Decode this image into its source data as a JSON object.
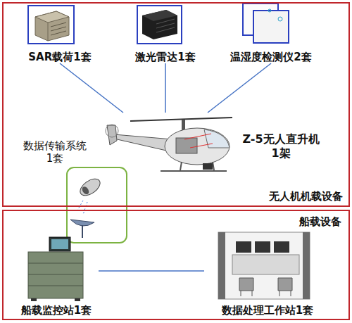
{
  "diagram": {
    "nodes": [
      {
        "text": [
          "无人机机载设备"
        ]
      },
      {
        "text": [
          "SAR载荷1套"
        ],
        "in": 0
      },
      {
        "text": [
          "激光雷达1套"
        ],
        "in": 0
      },
      {
        "text": [
          "温湿度检测仪2套"
        ],
        "in": 0
      },
      {
        "text": [
          "Z-5无人直升机 1架"
        ],
        "in": 0
      },
      {
        "text": [
          "数据传输系统 1套"
        ]
      },
      {
        "text": [
          "船载设备"
        ]
      },
      {
        "text": [
          "船载监控站1套"
        ],
        "in": 6
      },
      {
        "text": [
          "数据处理工作站1套"
        ],
        "in": 6
      }
    ],
    "edges": [
      {
        "from": 1,
        "to": 4,
        "arrow": "none"
      },
      {
        "from": 2,
        "to": 4,
        "arrow": "none"
      },
      {
        "from": 3,
        "to": 4,
        "arrow": "none"
      },
      {
        "from": 7,
        "to": 8,
        "arrow": "none"
      }
    ]
  }
}
